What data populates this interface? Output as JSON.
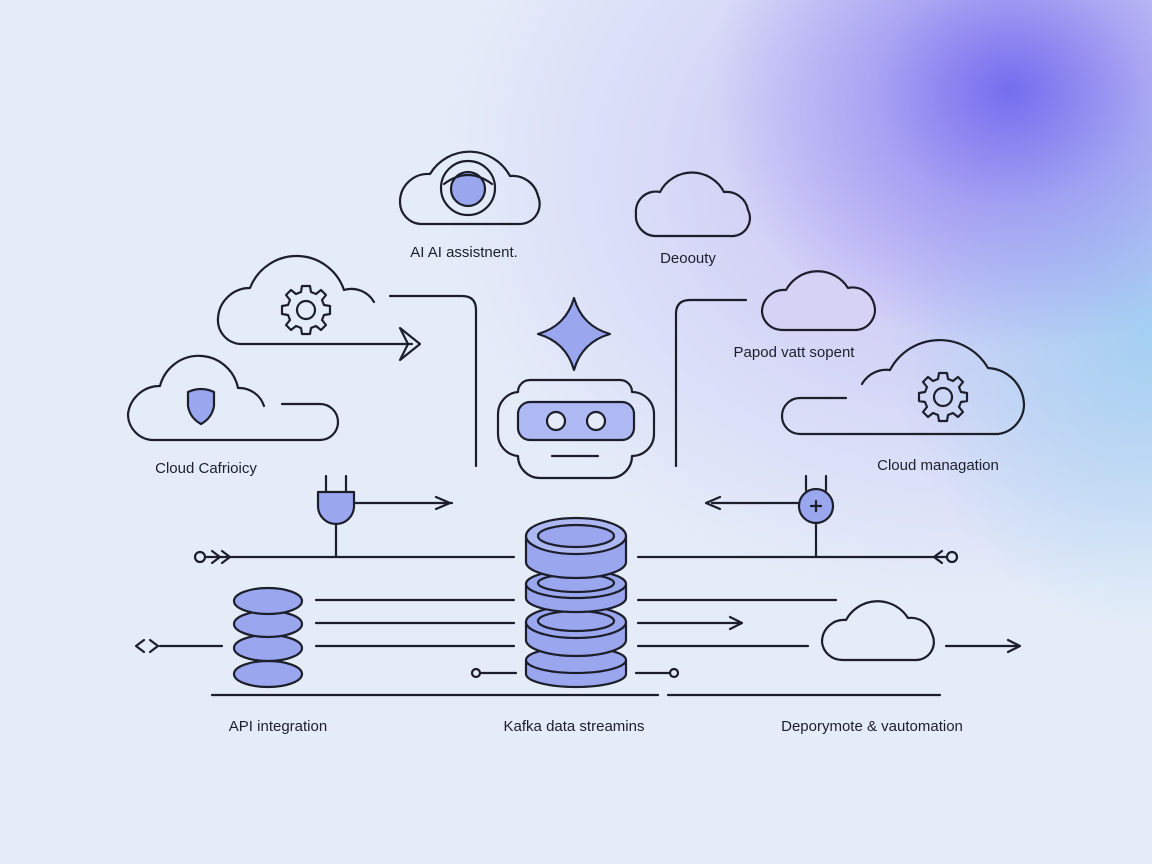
{
  "labels": {
    "ai_assistant": "AI AI assistnent.",
    "deputy": "Deoouty",
    "papod": "Papod vatt sopent",
    "cloud_security": "Cloud Cafrioicy",
    "cloud_management": "Cloud managation",
    "api_integration": "API integration",
    "kafka": "Kafka data streamins",
    "deployment": "Deporymote & ᴠautomation"
  },
  "icons": [
    "cloud-icon",
    "eye-icon",
    "gear-icon",
    "shield-icon",
    "sparkle-icon",
    "robot-icon",
    "plug-icon",
    "plus-icon",
    "database-icon",
    "arrow-icon"
  ],
  "colors": {
    "stroke": "#1c1f2b",
    "fill_accent": "#9aa7ef",
    "background": "#e4ecf8",
    "gradient_purple": "#7068ee",
    "gradient_blue": "#96cdf0"
  }
}
